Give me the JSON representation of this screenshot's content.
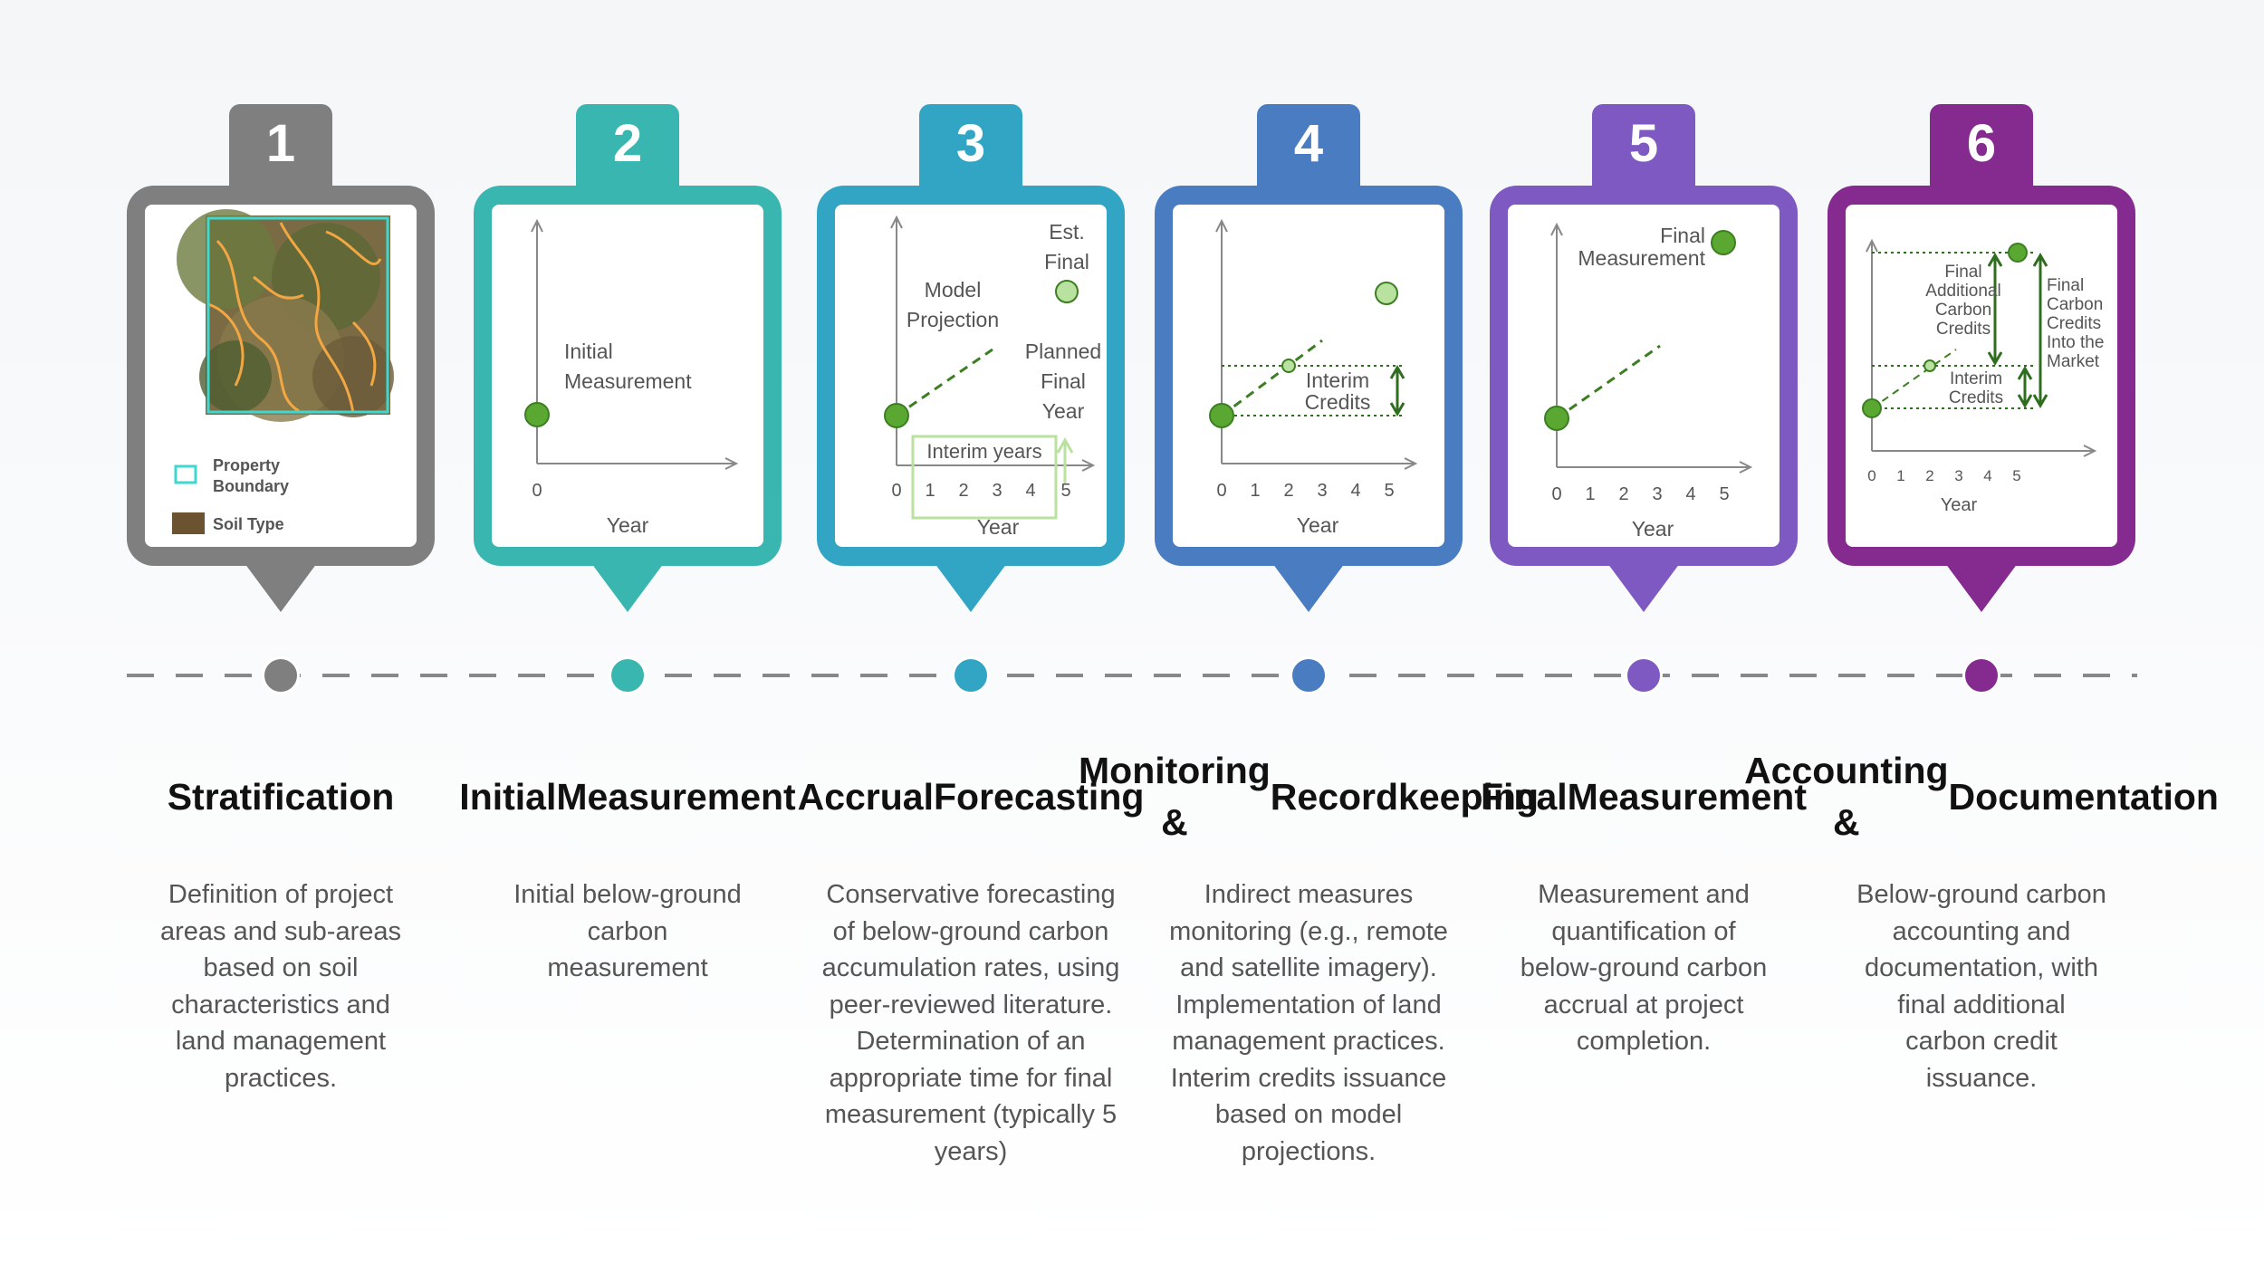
{
  "colors": {
    "step1": "#7f7f7f",
    "step2": "#3ab6b0",
    "step3": "#33a5c4",
    "step4": "#4a7cc2",
    "step5": "#7d59c1",
    "step6": "#852a8e",
    "point": "#5aa832",
    "point_light": "#b9e1a0",
    "timeline": "#888888"
  },
  "steps": [
    {
      "number": "1",
      "title": [
        "Stratification"
      ],
      "description": [
        "Definition of project",
        "areas and sub-areas",
        "based on soil",
        "characteristics and",
        "land management",
        "practices."
      ],
      "legend": {
        "property_boundary": [
          "Property",
          "Boundary"
        ],
        "soil_type": "Soil Type"
      }
    },
    {
      "number": "2",
      "title": [
        "Initial",
        "Measurement"
      ],
      "description": [
        "Initial below-ground",
        "carbon",
        "measurement"
      ],
      "chart": {
        "label": [
          "Initial",
          "Measurement"
        ],
        "x_tick": "0",
        "x_label": "Year"
      }
    },
    {
      "number": "3",
      "title": [
        "Accrual",
        "Forecasting"
      ],
      "description": [
        "Conservative forecasting",
        "of below-ground carbon",
        "accumulation rates, using",
        "peer-reviewed literature.",
        "Determination of an",
        "appropriate time for final",
        "measurement (typically 5",
        "years)"
      ],
      "chart": {
        "est_final": [
          "Est.",
          "Final"
        ],
        "model_projection": [
          "Model",
          "Projection"
        ],
        "planned_final_year": [
          "Planned",
          "Final",
          "Year"
        ],
        "interim_years": "Interim years",
        "x_ticks": [
          "0",
          "1",
          "2",
          "3",
          "4",
          "5"
        ],
        "x_label": "Year"
      }
    },
    {
      "number": "4",
      "title": [
        "Monitoring &",
        "Recordkeeping"
      ],
      "description": [
        "Indirect measures",
        "monitoring (e.g., remote",
        "and satellite imagery).",
        "Implementation of land",
        "management practices.",
        "Interim credits issuance",
        "based on model",
        "projections."
      ],
      "chart": {
        "interim_credits": [
          "Interim",
          "Credits"
        ],
        "x_ticks": [
          "0",
          "1",
          "2",
          "3",
          "4",
          "5"
        ],
        "x_label": "Year"
      }
    },
    {
      "number": "5",
      "title": [
        "Final",
        "Measurement"
      ],
      "description": [
        "Measurement and",
        "quantification of",
        "below-ground carbon",
        "accrual at project",
        "completion."
      ],
      "chart": {
        "final_measurement": [
          "Final",
          "Measurement"
        ],
        "x_ticks": [
          "0",
          "1",
          "2",
          "3",
          "4",
          "5"
        ],
        "x_label": "Year"
      }
    },
    {
      "number": "6",
      "title": [
        "Accounting &",
        "Documentation"
      ],
      "description": [
        "Below-ground carbon",
        "accounting and",
        "documentation, with",
        "final additional",
        "carbon credit",
        "issuance."
      ],
      "chart": {
        "final_additional": [
          "Final",
          "Additional",
          "Carbon",
          "Credits"
        ],
        "final_market": [
          "Final",
          "Carbon",
          "Credits",
          "Into the",
          "Market"
        ],
        "interim_credits": [
          "Interim",
          "Credits"
        ],
        "x_ticks": [
          "0",
          "1",
          "2",
          "3",
          "4",
          "5"
        ],
        "x_label": "Year"
      }
    }
  ]
}
